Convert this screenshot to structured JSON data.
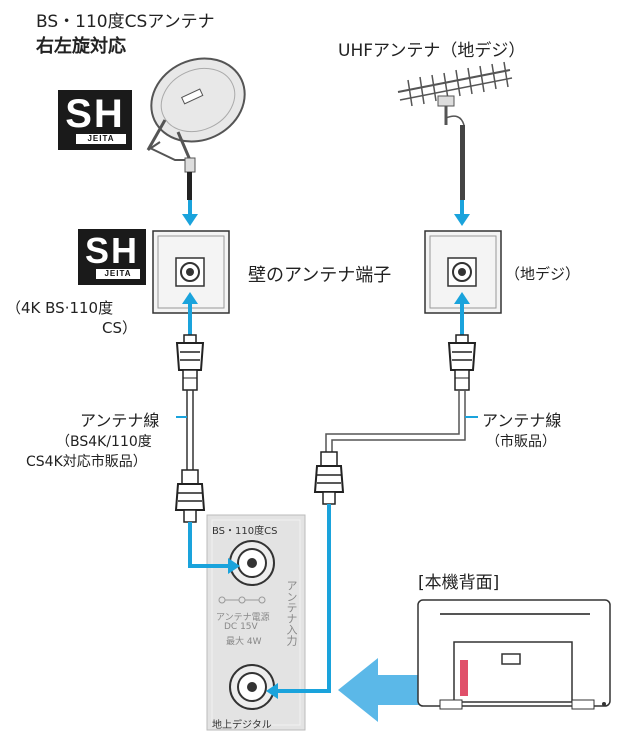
{
  "labels": {
    "bs_antenna_line1": "BS・110度CSアンテナ",
    "bs_antenna_line2": "右左旋対応",
    "uhf_antenna": "UHFアンテナ（地デジ）",
    "wall_terminal": "壁のアンテナ端子",
    "chideji_paren": "（地デジ）",
    "bs4k_line1": "（4K BS·110度",
    "bs4k_line2": "CS）",
    "cable_left_title": "アンテナ線",
    "cable_left_line2": "（BS4K/110度",
    "cable_left_line3": "CS4K対応市販品）",
    "cable_right_title": "アンテナ線",
    "cable_right_line2": "（市販品）",
    "rear_title": "[本機背面]",
    "panel_bs": "BS・110度CS",
    "panel_power_1": "アンテナ電源",
    "panel_power_2": "DC 15V",
    "panel_power_3": "最大 4W",
    "panel_vertical": "アンテナ入力",
    "panel_terrestrial": "地上デジタル"
  },
  "badges": {
    "mark": "SH",
    "org": "JEITA"
  },
  "icons": {
    "satellite_dish": "satellite-dish-icon",
    "uhf_antenna": "uhf-antenna-icon",
    "wall_outlet": "wall-outlet-icon",
    "f_connector": "f-connector-icon",
    "tv_rear": "tv-rear-icon",
    "arrow_down": "arrow-down-icon",
    "arrow_up": "arrow-up-icon",
    "big_arrow_left": "big-arrow-left-icon"
  },
  "colors": {
    "cyan": "#1aa3dc",
    "arrow_light": "#5bb8e8",
    "gray_line": "#666666",
    "panel": "#e3e3e3",
    "red_marker": "#e0506a"
  }
}
